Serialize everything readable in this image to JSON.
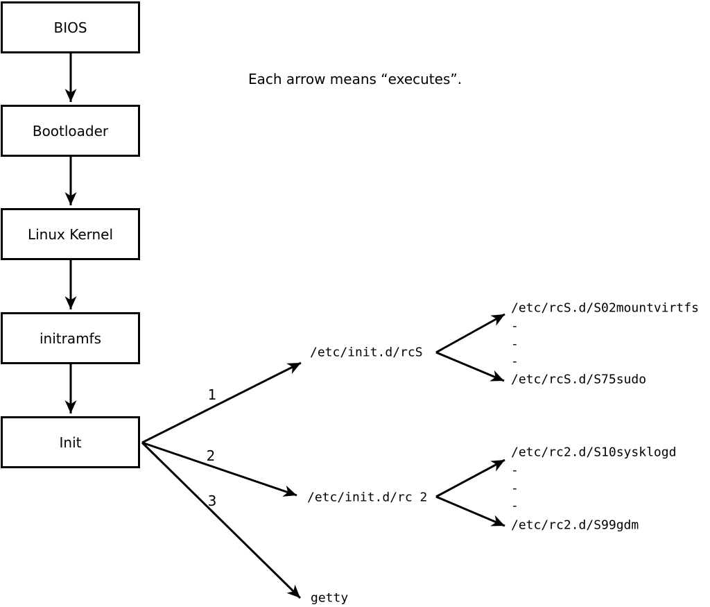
{
  "diagram": {
    "caption": "Each arrow means “executes”.",
    "colors": {
      "line": "#000000",
      "background": "#ffffff"
    },
    "boxes": [
      {
        "label": "BIOS"
      },
      {
        "label": "Bootloader"
      },
      {
        "label": "Linux Kernel"
      },
      {
        "label": "initramfs"
      },
      {
        "label": "Init"
      }
    ],
    "init_branches": [
      {
        "number": "1",
        "target": "/etc/init.d/rcS"
      },
      {
        "number": "2",
        "target": "/etc/init.d/rc 2"
      },
      {
        "number": "3",
        "target": "getty"
      }
    ],
    "rcS_children": [
      "/etc/rcS.d/S02mountvirtfs",
      "-",
      "-",
      "-",
      "/etc/rcS.d/S75sudo"
    ],
    "rc2_children": [
      "/etc/rc2.d/S10sysklogd",
      "-",
      "-",
      "-",
      "/etc/rc2.d/S99gdm"
    ]
  }
}
